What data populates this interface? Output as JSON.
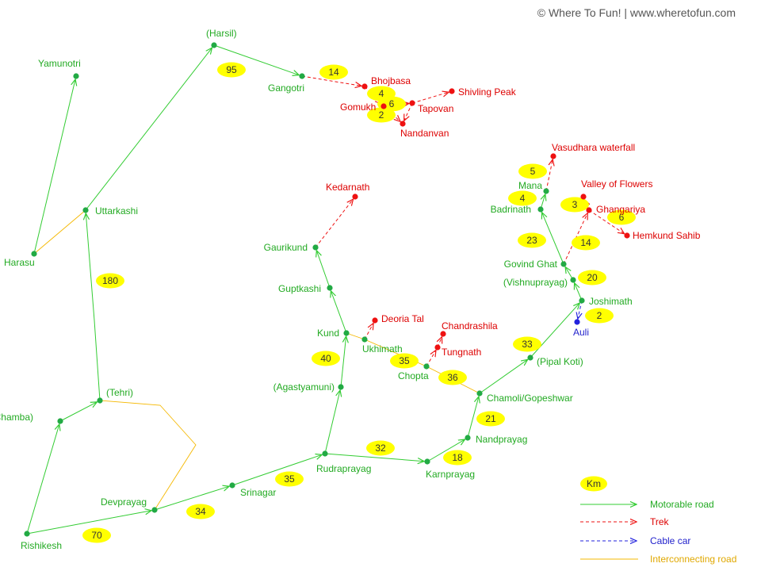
{
  "credit": "© Where To Fun!  |  www.wheretofun.com",
  "colors": {
    "motorable": "#33cc33",
    "trek": "#ee1111",
    "cable": "#2222dd",
    "interconnect": "#f5b800",
    "badge": "#ffff00",
    "green_label": "#22aa22",
    "red_label": "#dd0000",
    "blue_label": "#2222cc"
  },
  "places": [
    {
      "id": "rishikesh",
      "label": "Rishikesh",
      "type": "green"
    },
    {
      "id": "chamba",
      "label": "(Chamba)",
      "type": "green"
    },
    {
      "id": "tehri",
      "label": "(Tehri)",
      "type": "green"
    },
    {
      "id": "harasu",
      "label": "Harasu",
      "type": "green"
    },
    {
      "id": "yamunotri",
      "label": "Yamunotri",
      "type": "green"
    },
    {
      "id": "uttarkashi",
      "label": "Uttarkashi",
      "type": "green"
    },
    {
      "id": "harsil",
      "label": "(Harsil)",
      "type": "green"
    },
    {
      "id": "gangotri",
      "label": "Gangotri",
      "type": "green"
    },
    {
      "id": "bhojbasa",
      "label": "Bhojbasa",
      "type": "red"
    },
    {
      "id": "gomukh",
      "label": "Gomukh",
      "type": "red"
    },
    {
      "id": "tapovan",
      "label": "Tapovan",
      "type": "red"
    },
    {
      "id": "shivling",
      "label": "Shivling  Peak",
      "type": "red"
    },
    {
      "id": "nandanvan",
      "label": "Nandanvan",
      "type": "red"
    },
    {
      "id": "devprayag",
      "label": "Devprayag",
      "type": "green"
    },
    {
      "id": "srinagar",
      "label": "Srinagar",
      "type": "green"
    },
    {
      "id": "rudraprayag",
      "label": "Rudraprayag",
      "type": "green"
    },
    {
      "id": "agastyamuni",
      "label": "(Agastyamuni)",
      "type": "green"
    },
    {
      "id": "kund",
      "label": "Kund",
      "type": "green"
    },
    {
      "id": "guptkashi",
      "label": "Guptkashi",
      "type": "green"
    },
    {
      "id": "gaurikund",
      "label": "Gaurikund",
      "type": "green"
    },
    {
      "id": "kedarnath",
      "label": "Kedarnath",
      "type": "red"
    },
    {
      "id": "ukhimath",
      "label": "Ukhimath",
      "type": "green"
    },
    {
      "id": "deoriatal",
      "label": "Deoria  Tal",
      "type": "red"
    },
    {
      "id": "chopta",
      "label": "Chopta",
      "type": "green"
    },
    {
      "id": "tungnath",
      "label": "Tungnath",
      "type": "red"
    },
    {
      "id": "chandrashila",
      "label": "Chandrashila",
      "type": "red"
    },
    {
      "id": "karnprayag",
      "label": "Karnprayag",
      "type": "green"
    },
    {
      "id": "nandprayag",
      "label": "Nandprayag",
      "type": "green"
    },
    {
      "id": "chamoli",
      "label": "Chamoli/Gopeshwar",
      "type": "green"
    },
    {
      "id": "pipalkoti",
      "label": "(Pipal Koti)",
      "type": "green"
    },
    {
      "id": "joshimath",
      "label": "Joshimath",
      "type": "green"
    },
    {
      "id": "auli",
      "label": "Auli",
      "type": "blue"
    },
    {
      "id": "vishnuprayag",
      "label": "(Vishnuprayag)",
      "type": "green"
    },
    {
      "id": "govindghat",
      "label": "Govind  Ghat",
      "type": "green"
    },
    {
      "id": "badrinath",
      "label": "Badrinath",
      "type": "green"
    },
    {
      "id": "mana",
      "label": "Mana",
      "type": "green"
    },
    {
      "id": "vasudhara",
      "label": "Vasudhara  waterfall",
      "type": "red"
    },
    {
      "id": "ghangariya",
      "label": "Ghangariya",
      "type": "red"
    },
    {
      "id": "valleyflowers",
      "label": "Valley of Flowers",
      "type": "red"
    },
    {
      "id": "hemkund",
      "label": "Hemkund  Sahib",
      "type": "red"
    }
  ],
  "routes": [
    {
      "from": "rishikesh",
      "to": "chamba",
      "type": "motorable"
    },
    {
      "from": "chamba",
      "to": "tehri",
      "type": "motorable"
    },
    {
      "from": "tehri",
      "to": "uttarkashi",
      "type": "motorable"
    },
    {
      "from": "uttarkashi",
      "to": "harsil",
      "type": "motorable"
    },
    {
      "from": "harsil",
      "to": "gangotri",
      "type": "motorable"
    },
    {
      "from": "harasu",
      "to": "yamunotri",
      "type": "motorable"
    },
    {
      "from": "rishikesh",
      "to": "devprayag",
      "type": "motorable"
    },
    {
      "from": "devprayag",
      "to": "srinagar",
      "type": "motorable"
    },
    {
      "from": "srinagar",
      "to": "rudraprayag",
      "type": "motorable"
    },
    {
      "from": "rudraprayag",
      "to": "agastyamuni",
      "type": "motorable"
    },
    {
      "from": "agastyamuni",
      "to": "kund",
      "type": "motorable"
    },
    {
      "from": "kund",
      "to": "guptkashi",
      "type": "motorable"
    },
    {
      "from": "guptkashi",
      "to": "gaurikund",
      "type": "motorable"
    },
    {
      "from": "rudraprayag",
      "to": "karnprayag",
      "type": "motorable"
    },
    {
      "from": "karnprayag",
      "to": "nandprayag",
      "type": "motorable"
    },
    {
      "from": "nandprayag",
      "to": "chamoli",
      "type": "motorable"
    },
    {
      "from": "chamoli",
      "to": "pipalkoti",
      "type": "motorable"
    },
    {
      "from": "pipalkoti",
      "to": "joshimath",
      "type": "motorable"
    },
    {
      "from": "joshimath",
      "to": "vishnuprayag",
      "type": "motorable"
    },
    {
      "from": "vishnuprayag",
      "to": "govindghat",
      "type": "motorable"
    },
    {
      "from": "govindghat",
      "to": "badrinath",
      "type": "motorable"
    },
    {
      "from": "badrinath",
      "to": "mana",
      "type": "motorable"
    },
    {
      "from": "gangotri",
      "to": "bhojbasa",
      "type": "trek"
    },
    {
      "from": "bhojbasa",
      "to": "gomukh",
      "type": "trek"
    },
    {
      "from": "gomukh",
      "to": "tapovan",
      "type": "trek"
    },
    {
      "from": "tapovan",
      "to": "shivling",
      "type": "trek"
    },
    {
      "from": "gomukh",
      "to": "nandanvan",
      "type": "trek"
    },
    {
      "from": "tapovan",
      "to": "nandanvan",
      "type": "trek"
    },
    {
      "from": "gaurikund",
      "to": "kedarnath",
      "type": "trek"
    },
    {
      "from": "ukhimath",
      "to": "deoriatal",
      "type": "trek"
    },
    {
      "from": "chopta",
      "to": "tungnath",
      "type": "trek"
    },
    {
      "from": "tungnath",
      "to": "chandrashila",
      "type": "trek"
    },
    {
      "from": "mana",
      "to": "vasudhara",
      "type": "trek"
    },
    {
      "from": "govindghat",
      "to": "ghangariya",
      "type": "trek"
    },
    {
      "from": "ghangariya",
      "to": "valleyflowers",
      "type": "trek"
    },
    {
      "from": "ghangariya",
      "to": "hemkund",
      "type": "trek"
    },
    {
      "from": "joshimath",
      "to": "auli",
      "type": "cable"
    },
    {
      "from": "harasu",
      "to": "uttarkashi",
      "type": "interconnect"
    },
    {
      "from": "kund",
      "to": "ukhimath",
      "type": "interconnect"
    },
    {
      "from": "ukhimath",
      "to": "chopta",
      "type": "interconnect"
    },
    {
      "from": "chopta",
      "to": "chamoli",
      "type": "interconnect"
    },
    {
      "from": "devprayag",
      "to": "tehri",
      "type": "interconnect"
    }
  ],
  "distances": [
    "95",
    "14",
    "4",
    "6",
    "2",
    "180",
    "70",
    "34",
    "35",
    "32",
    "18",
    "21",
    "40",
    "35",
    "36",
    "33",
    "2",
    "20",
    "14",
    "23",
    "3",
    "6",
    "4",
    "5"
  ],
  "legend": {
    "title": "Km",
    "items": [
      {
        "label": "Motorable road",
        "type": "motorable"
      },
      {
        "label": "Trek",
        "type": "trek"
      },
      {
        "label": "Cable car",
        "type": "cable"
      },
      {
        "label": "Interconnecting road",
        "type": "interconnect"
      }
    ]
  }
}
